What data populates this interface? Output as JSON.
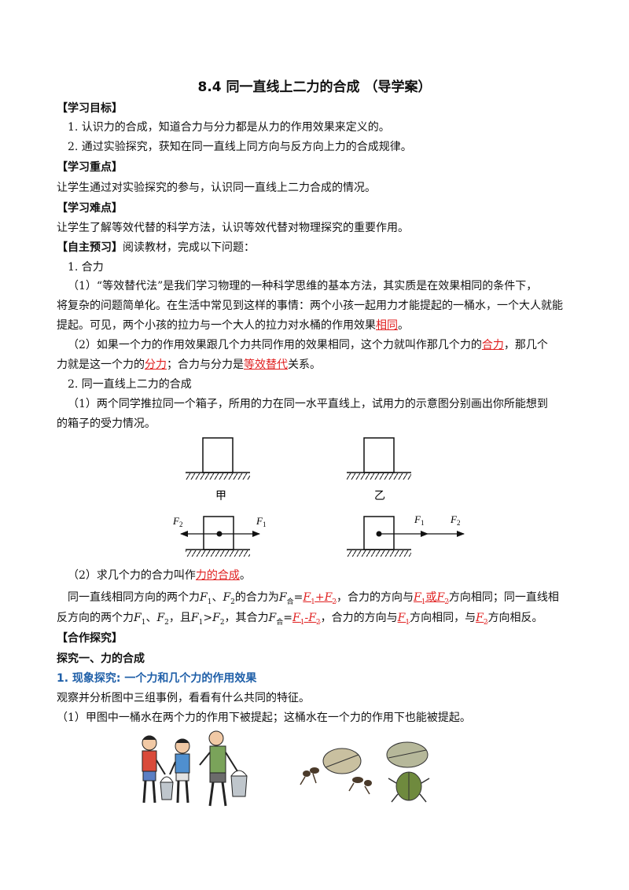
{
  "title": "8.4  同一直线上二力的合成 （导学案）",
  "objectives": {
    "header": "【学习目标】",
    "item1": "1. 认识力的合成，知道合力与分力都是从力的作用效果来定义的。",
    "item2": "2. 通过实验探究，获知在同一直线上同方向与反方向上力的合成规律。"
  },
  "key_points": {
    "header": "【学习重点】",
    "text": "让学生通过对实验探究的参与，认识同一直线上二力合成的情况。"
  },
  "difficulties": {
    "header": "【学习难点】",
    "text": "让学生了解等效代替的科学方法，认识等效代替对物理探究的重要作用。"
  },
  "preview": {
    "header": "【自主预习】",
    "intro": "阅读教材，完成以下问题：",
    "s1_title": "1. 合力",
    "p1_l1": "（1）“等效替代法”是我们学习物理的一种科学思维的基本方法，其实质是在效果相同的条件下，",
    "p1_l2": "将复杂的问题简单化。在生活中常见到这样的事情：两个小孩一起用力才能提起的一桶水，一个大人就能",
    "p1_l3a": "提起。可见，两个小孩的拉力与一个大人的拉力对水桶的作用效果",
    "ans_same": "相同",
    "p1_l3b": "。",
    "p2_l1a": "（2）如果一个力的作用效果跟几个力共同作用的效果相同，这个力就叫作那几个力的",
    "ans_resultant": "合力",
    "p2_l1b": "，那几个",
    "p2_l2a": "力就是这一个力的",
    "ans_component": "分力",
    "p2_l2b": "；合力与分力是",
    "ans_equiv": "等效替代",
    "p2_l2c": "关系。",
    "s2_title": "2. 同一直线上二力的合成",
    "p3_l1": "（1）两个同学推拉同一个箱子，所用的力在同一水平直线上，试用力的示意图分别画出你所能想到",
    "p3_l2": "的箱子的受力情况。",
    "fig_label_jia": "甲",
    "fig_label_yi": "乙",
    "force_F": "F",
    "sub_1": "1",
    "sub_2": "2",
    "p4a": "（2）求几个力的合力叫作",
    "ans_composition": "力的合成",
    "p4b": "。",
    "p5_l1_t1": "同一直线相同方向的两个力",
    "p5_l1_t2": "、",
    "p5_l1_t3": "的合力为",
    "sub_he": "合",
    "eq": "=",
    "plus": "+",
    "p5_l1_t4": "，合力的方向与",
    "or_text": "或",
    "p5_l1_t5": "方向相同；同一直线相",
    "p5_l2_t1": "反方向的两个力",
    "p5_l2_t2": "，且",
    "gt": ">",
    "p5_l2_t3": "，其合力",
    "minus": "-",
    "p5_l2_t4": "，合力的方向与",
    "p5_l2_t5": "方向相同，与",
    "p5_l2_t6": "方向相反。"
  },
  "coop": {
    "header": "【合作探究】",
    "sub1": "探究一、力的合成",
    "sub2": "1. 现象探究:  一个力和几个力的作用效果",
    "l1": "观察并分析图中三组事例，看看有什么共同的特征。",
    "l2": "（1）甲图中一桶水在两个力的作用下被提起；这桶水在一个力的作用下也能被提起。"
  }
}
